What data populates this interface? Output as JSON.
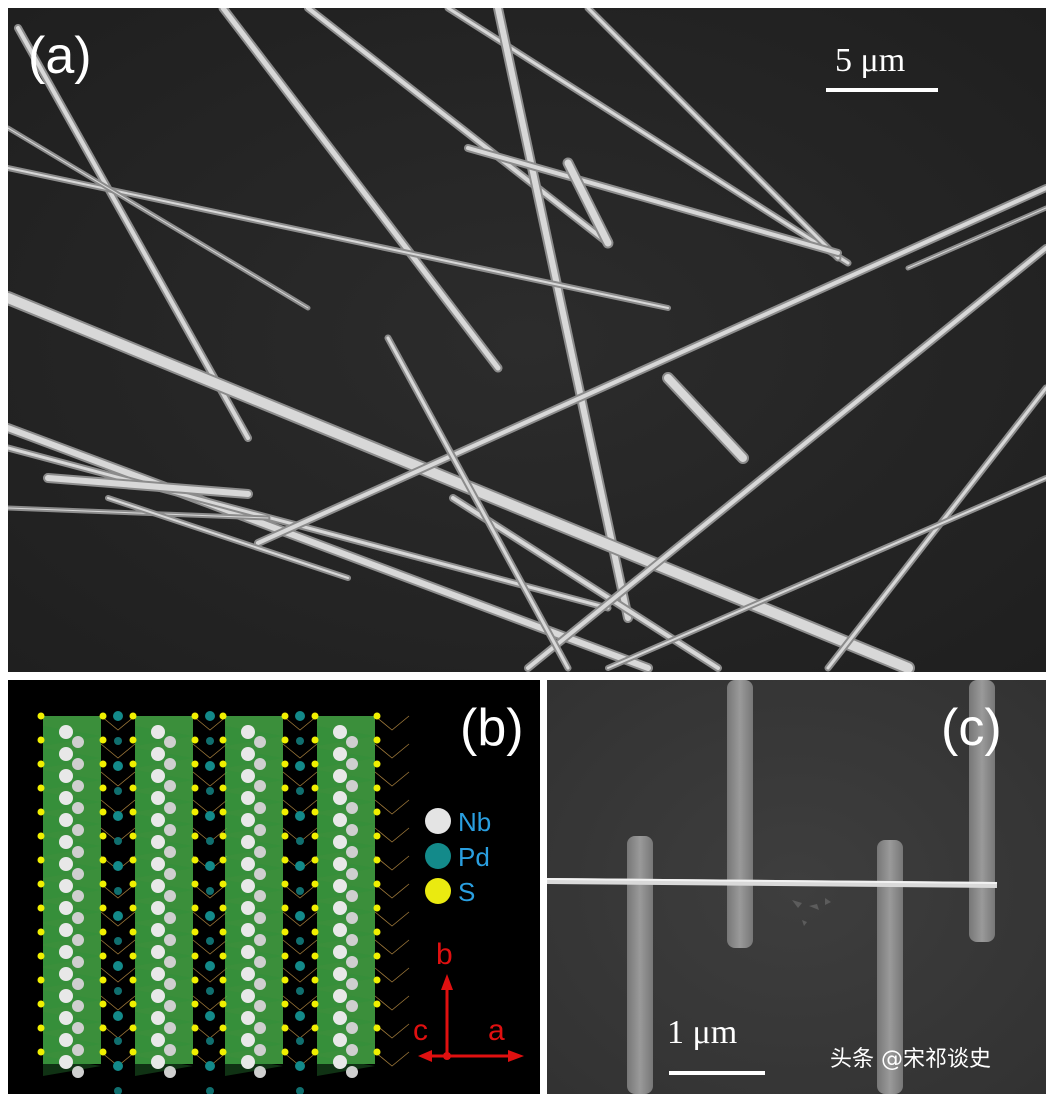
{
  "panel_a": {
    "label": "(a)",
    "scale_text": "5 μm"
  },
  "panel_b": {
    "label": "(b)",
    "legend": [
      {
        "name": "Nb",
        "color": "#dddddd"
      },
      {
        "name": "Pd",
        "color": "#138a8a"
      },
      {
        "name": "S",
        "color": "#f2f200"
      }
    ],
    "axes": {
      "up": "b",
      "left": "c",
      "right": "a"
    },
    "colors": {
      "octahedra": "#4fbf4f",
      "axis": "#e01010"
    }
  },
  "panel_c": {
    "label": "(c)",
    "scale_text": "1 μm"
  },
  "watermark": "头条 @宋祁谈史"
}
